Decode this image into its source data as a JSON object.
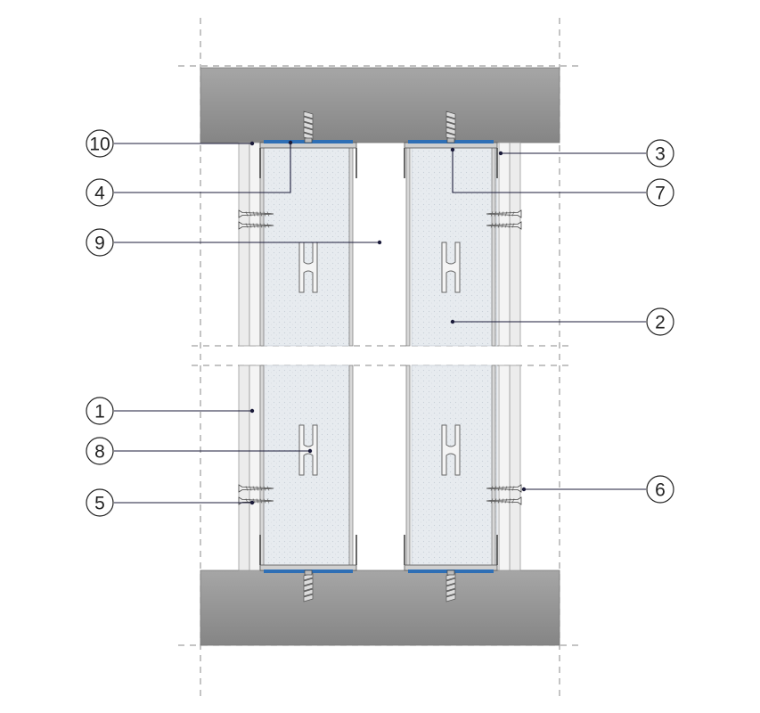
{
  "diagram": {
    "callouts": [
      {
        "label": "1"
      },
      {
        "label": "2"
      },
      {
        "label": "3"
      },
      {
        "label": "4"
      },
      {
        "label": "5"
      },
      {
        "label": "6"
      },
      {
        "label": "7"
      },
      {
        "label": "8"
      },
      {
        "label": "9"
      },
      {
        "label": "10"
      }
    ],
    "colors": {
      "slab": "#8e8e8e",
      "slab_light": "#a4a4a4",
      "board": "#ececec",
      "board_edge": "#9a9a9a",
      "insulation": "#e6eaee",
      "stud_tape": "#2f6fb5",
      "line": "#1b1b3a"
    },
    "icons": [
      "anchor-icon",
      "screw-icon",
      "stud-web-icon"
    ]
  }
}
